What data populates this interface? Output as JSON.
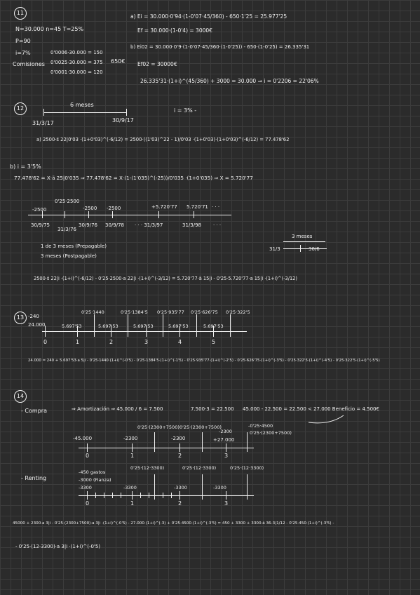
{
  "p11": {
    "num": "11",
    "data1": "N=30.000 n=45   T=25%",
    "data2": "P=90",
    "data3": "i=7%",
    "comisiones_label": "Comisiones",
    "com1": "0'0006·30.000 = 150",
    "com2": "0'0025·30.000 = 375",
    "com3": "0'0001·30.000 = 120",
    "com_total": "650€",
    "a1": "a) Ei = 30.000·0'94·(1-0'07·45/360) - 650·1'25 = 25.977'25",
    "a2": "Ef = 30.000·(1-0'4) = 3000€",
    "b1": "b) Ei02 = 30.000·0'9·(1-0'07·45/360·(1-0'25)) - 650·(1-0'25) = 26.335'31",
    "b2": "Ef02 = 30000€",
    "b3": "26.335'31·(1+i)^(45/360) + 3000 = 30.000 ⇒ i = 0'2206 = 22'06%"
  },
  "p12": {
    "num": "12",
    "meses": "6 meses",
    "d1": "31/3/17",
    "d2": "30/9/17",
    "i": "i = 3% -",
    "a": "a)  2500·s̈ 22|0'03 ·(1+0'03)^(-6/12) = 2500·((1'03)^22 - 1)/0'03 ·(1+0'03)·(1+0'03)^(-6/12) = 77.478'62",
    "b_label": "b) i = 3'5%",
    "b_eq": "77.478'62 = X·ä 25|0'035  ⇒ 77.478'62 = X·(1-(1'035)^(-25))/0'035 ·(1+0'035) ⇒ X = 5.720'77",
    "tl_top": "0'25·2500",
    "tl_vals": [
      "-2500",
      "-2500",
      "-2500",
      "+5.720'77",
      "5.720'71",
      "· · ·"
    ],
    "tl_dates": [
      "30/9/75",
      "31/3/76",
      "30/9/76",
      "30/9/78",
      "· · · 31/3/97",
      "31/3/98",
      "· · ·"
    ],
    "prep1": "1 de 3 meses (Prepagable)",
    "prep2": "3 meses  (Postpagable)",
    "right_label": "3 meses",
    "right_d1": "31/3",
    "right_d2": "30/6",
    "eq": "2500·s̈ 22|i ·(1+i)^(-6/12) - 0'25·2500·a 22|i ·(1+i)^(-3/12) = 5.720'77·ä 15|i - 0'25·5.720'77·a 15|i ·(1+i)^(-3/12)"
  },
  "p13": {
    "num": "13",
    "left1": "-240",
    "left2": "24.000",
    "tops": [
      "0'25·1440",
      "0'25·1384'5",
      "0'25·935'77",
      "0'25·626'75",
      "0'25·322'5"
    ],
    "vals": [
      "5.697'53",
      "5.697'53",
      "5.697'53",
      "5.697'53",
      "5.697'53"
    ],
    "ticks": [
      "0",
      "1",
      "2",
      "3",
      "4",
      "5"
    ],
    "eq": "24.000 = 240 + 5.697'53·a 5|i - 0'25·1440·(1+i)^(-0'5) - 0'25·1384'5·(1+i)^(-1'5) - 0'25·935'77·(1+i)^(-2'5) - 0'25·626'75·(1+i)^(-3'5) - 0'25·322'5·(1+i)^(-4'5) - 0'25·322'5·(1+i)^(-5'5)"
  },
  "p14": {
    "num": "14",
    "compra_label": "- Compra",
    "amort": "⇒ Amortización ⇒ 45.000 / 6 = 7.500",
    "calc": "7.500·3 = 22.500",
    "benef": "45.000 - 22.500 = 22.500 < 27.000  Beneficio = 4.500€",
    "c_left": "-45.000",
    "c_tops": [
      "0'25·(2300+7500)",
      "0'25·(2300+7500)",
      "-2300",
      "0'25·(2300+7500)"
    ],
    "c_vals": [
      "-2300",
      "-2300",
      "+27.000",
      "-0'25·4500"
    ],
    "ticks": [
      "0",
      "1",
      "2",
      "3"
    ],
    "renting_label": "- Renting",
    "r_left1": "-450 gastos",
    "r_left2": "-3000 (Fianza)",
    "r_left3": "-3300",
    "r_tops": [
      "0'25·(12·3300)",
      "0'25·(12·3300)",
      "0'25·(12·3300)"
    ],
    "r_vals": [
      "-3300",
      "-3300",
      "-3300"
    ],
    "eq1": "45000 + 2300·a 3|i - 0'25·(2300+7500)·a 3|i ·(1+i)^(-0'5) - 27.000·(1+i)^(-3) + 0'25·4500·(1+i)^(-3'5) = 450 + 3300 + 3300·ä 36-3|1/12 - 0'25·450·(1+i)^(-3'5) -",
    "eq2": "- 0'25·(12·3300)·a 3|i ·(1+i)^(-0'5)"
  }
}
